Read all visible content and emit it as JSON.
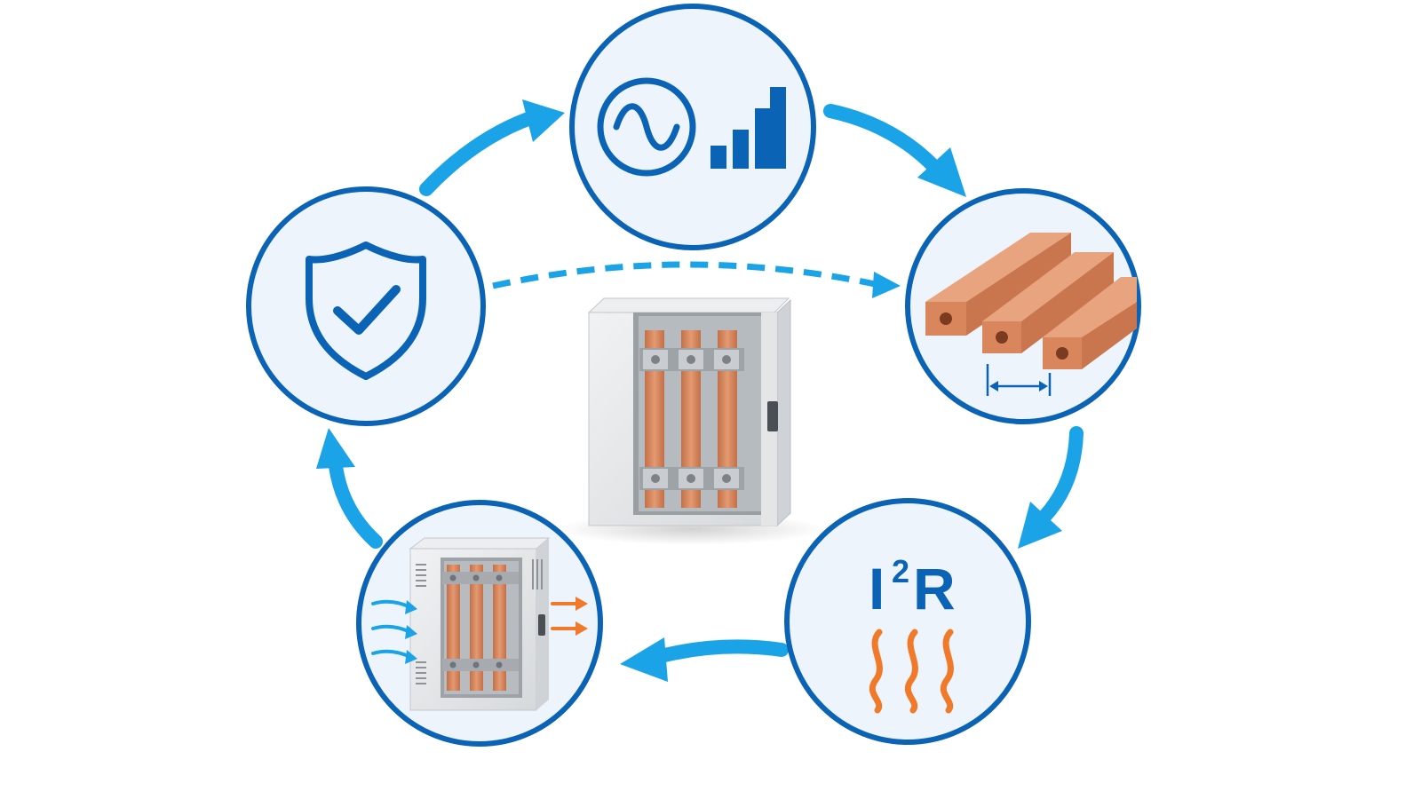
{
  "colors": {
    "ring_stroke": "#0b63b5",
    "circle_fill": "#eef4fb",
    "arrow": "#1aa3e6",
    "dashed_arrow": "#1aa3e6",
    "icon_blue": "#0b63b5",
    "copper": "#d9865c",
    "copper_dark": "#b9653f",
    "heat": "#f07a2a",
    "cabinet": "#e6e8ea",
    "cabinet_dark": "#c7cbcf"
  },
  "nodes": [
    {
      "id": "ac-signal",
      "icon": "sine-wave-and-signal-bars-icon"
    },
    {
      "id": "busbars",
      "icon": "copper-busbars-spacing-icon"
    },
    {
      "id": "heating",
      "icon": "i2r-heat-icon"
    },
    {
      "id": "ventilated-enclosure",
      "icon": "ventilated-cabinet-icon"
    },
    {
      "id": "protection",
      "icon": "shield-check-icon"
    }
  ],
  "heating": {
    "formula_base": "I",
    "formula_exponent": "2",
    "formula_suffix": "R"
  },
  "center": {
    "icon": "switchgear-cabinet-icon"
  }
}
